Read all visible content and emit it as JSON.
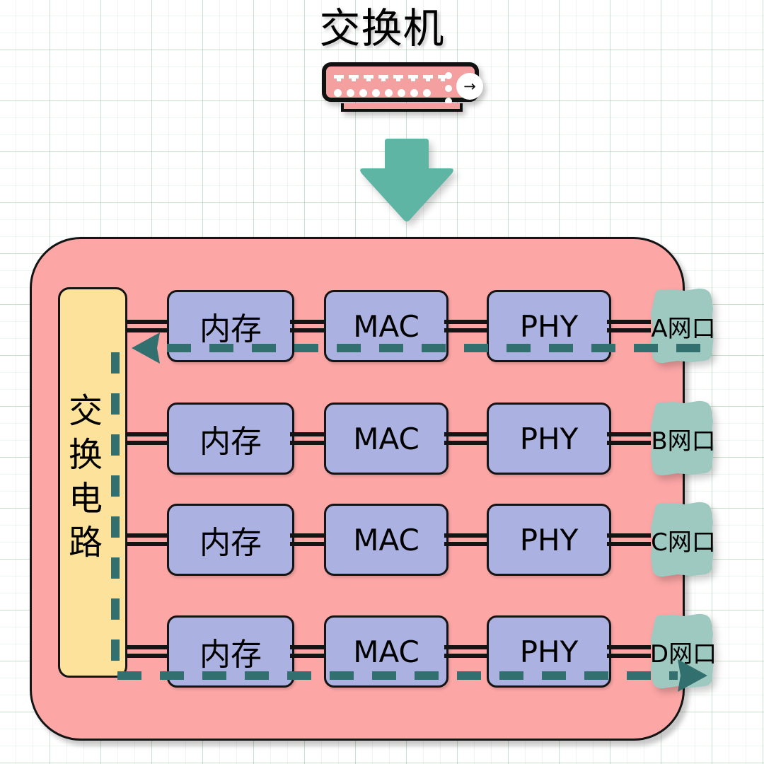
{
  "title": "交换机",
  "device_icon": {
    "name": "network-switch-device",
    "arrow_glyph": "→",
    "port_count": 8,
    "dot_count": 8,
    "led_count": 3
  },
  "flow_arrow": {
    "name": "down-arrow",
    "direction": "down",
    "color": "#5FB5A4"
  },
  "chassis": {
    "fill": "#FCA6A6",
    "stroke": "#141414"
  },
  "fabric": {
    "label": "交换电路",
    "chars": [
      "交",
      "换",
      "电",
      "路"
    ],
    "fill": "#FCE29A"
  },
  "colors": {
    "chassis_pink": "#FCA6A6",
    "chip_purple": "#ABB1E0",
    "fabric_yellow": "#FCE29A",
    "port_mint": "#9DC9C0",
    "accent_teal": "#31706E",
    "arrow_green": "#5FB5A4",
    "line_black": "#141414"
  },
  "rows": [
    {
      "id": "row-a",
      "memory": "内存",
      "mac": "MAC",
      "phy": "PHY",
      "port": "A网口",
      "dashed_path": true,
      "arrow_direction": "left"
    },
    {
      "id": "row-b",
      "memory": "内存",
      "mac": "MAC",
      "phy": "PHY",
      "port": "B网口",
      "dashed_path": false,
      "arrow_direction": ""
    },
    {
      "id": "row-c",
      "memory": "内存",
      "mac": "MAC",
      "phy": "PHY",
      "port": "C网口",
      "dashed_path": false,
      "arrow_direction": ""
    },
    {
      "id": "row-d",
      "memory": "内存",
      "mac": "MAC",
      "phy": "PHY",
      "port": "D网口",
      "dashed_path": true,
      "arrow_direction": "right"
    }
  ]
}
